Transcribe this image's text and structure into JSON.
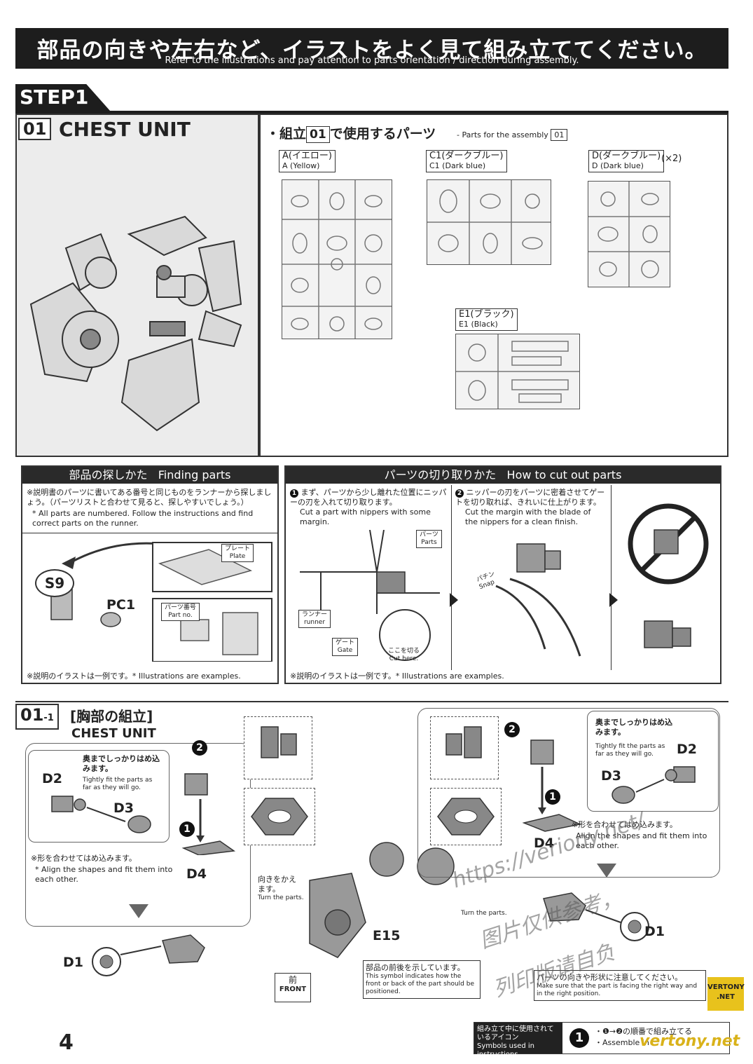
{
  "header": {
    "title_jp": "部品の向きや左右など、イラストをよく見て組み立ててください。",
    "title_en": "Refer to the illustrations and pay attention to parts orientation / direction during assembly."
  },
  "step": {
    "label": "STEP1"
  },
  "section01": {
    "num": "01",
    "title": "CHEST UNIT",
    "parts_heading_jp": "・組立",
    "parts_heading_num": "01",
    "parts_heading_jp2": "で使用するパーツ",
    "parts_heading_en": "- Parts for the assembly",
    "runners": [
      {
        "jp": "A(イエロー)",
        "en": "A (Yellow)",
        "qty": ""
      },
      {
        "jp": "C1(ダークブルー)",
        "en": "C1 (Dark blue)",
        "qty": ""
      },
      {
        "jp": "D(ダークブルー)",
        "en": "D (Dark blue)",
        "qty": "(×2)"
      },
      {
        "jp": "E1(ブラック)",
        "en": "E1 (Black)",
        "qty": ""
      }
    ]
  },
  "finding": {
    "title_jp": "部品の探しかた",
    "title_en": "Finding parts",
    "note_jp": "※説明書のパーツに書いてある番号と同じものをランナーから探しましょう。（パーツリストと合わせて見ると、探しやすいでしょう。）",
    "note_en": "* All parts are numbered. Follow the instructions and find correct parts on the runner.",
    "plate_jp": "プレート",
    "plate_en": "Plate",
    "partno_jp": "パーツ番号",
    "partno_en": "Part no.",
    "s9": "S9",
    "pc1": "PC1",
    "footnote": "※説明のイラストは一例です。* Illustrations are examples."
  },
  "cutting": {
    "title_jp": "パーツの切り取りかた",
    "title_en": "How to cut out parts",
    "step1_jp": "まず、パーツから少し離れた位置にニッパーの刃を入れて切り取ります。",
    "step1_en": "Cut a part with nippers with some margin.",
    "step2_jp": "ニッパーの刃をパーツに密着させてゲートを切り取れば、きれいに仕上がります。",
    "step2_en": "Cut the margin with the blade of the nippers for a clean finish.",
    "parts_jp": "パーツ",
    "parts_en": "Parts",
    "runner_jp": "ランナー",
    "runner_en": "runner",
    "gate_jp": "ゲート",
    "gate_en": "Gate",
    "cuthere_jp": "ここを切る",
    "cuthere_en": "Cut here.",
    "snap_jp": "パチン",
    "snap_en": "Snap",
    "footnote": "※説明のイラストは一例です。* Illustrations are examples."
  },
  "section011": {
    "num": "01",
    "sub": "-1",
    "title_jp": "[胸部の組立]",
    "title_en": "CHEST UNIT",
    "tight_jp": "奥までしっかりはめ込みます。",
    "tight_en": "Tightly fit the parts as far as they will go.",
    "align_jp": "※形を合わせてはめ込みます。",
    "align_en": "* Align the shapes and fit them into each other.",
    "align_en_right": "Align the shapes and fit them into each other.",
    "turn_jp": "向きをかえます。",
    "turn_en": "Turn the parts.",
    "parts": {
      "d2": "D2",
      "d3": "D3",
      "d4": "D4",
      "d1": "D1",
      "e15": "E15"
    },
    "front_jp": "前",
    "front_en": "FRONT",
    "front_note_jp": "部品の前後を示しています。",
    "front_note_en": "This symbol indicates how the front or back of the part should be positioned.",
    "orient_jp": "パーツの向きや形状に注意してください。",
    "orient_en": "Make sure that the part is facing the right way and in the right position."
  },
  "footer": {
    "page": "4",
    "icons_jp": "組み立て中に使用されているアイコン",
    "icons_en": "Symbols used in instructions",
    "order_jp": "・❶→❷の順番で組み立てる",
    "order_en": "・Assemble in",
    "num1": "1"
  },
  "watermarks": {
    "url": "https://veriony.net/",
    "cn1": "图片仅供参考，",
    "cn2": "列印版请自负",
    "logo": "VERTONY .NET",
    "bottom": "vertony.net"
  }
}
